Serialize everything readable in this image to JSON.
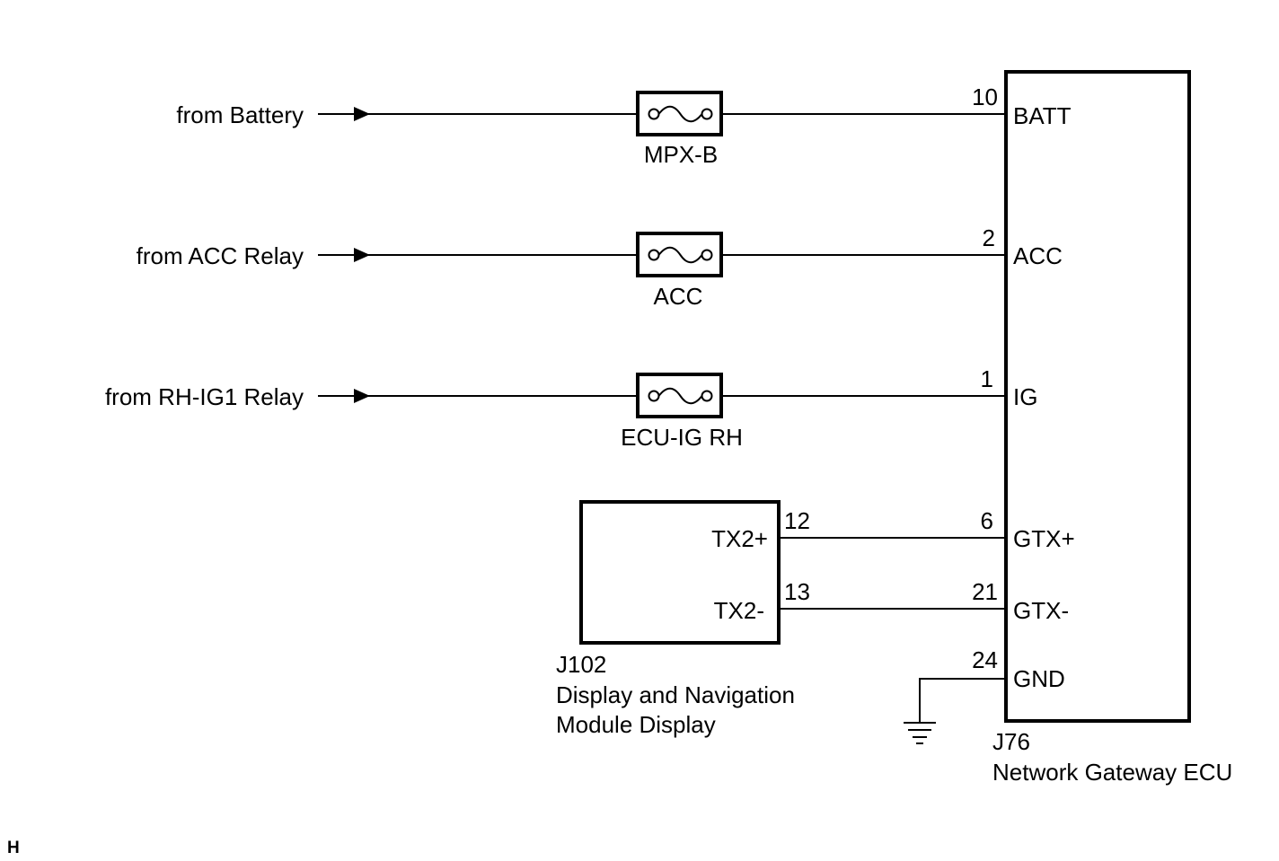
{
  "inputs": [
    {
      "label": "from Battery",
      "fuse": "MPX-B",
      "pin": "10",
      "terminal": "BATT"
    },
    {
      "label": "from ACC Relay",
      "fuse": "ACC",
      "pin": "2",
      "terminal": "ACC"
    },
    {
      "label": "from RH-IG1 Relay",
      "fuse": "ECU-IG RH",
      "pin": "1",
      "terminal": "IG"
    }
  ],
  "display_module": {
    "code": "J102",
    "name_line1": "Display and Navigation",
    "name_line2": "Module Display",
    "terminals": [
      {
        "name": "TX2+",
        "pin": "12"
      },
      {
        "name": "TX2-",
        "pin": "13"
      }
    ]
  },
  "gateway_ecu": {
    "code": "J76",
    "name": "Network Gateway ECU",
    "comm_terminals": [
      {
        "name": "GTX+",
        "pin": "6"
      },
      {
        "name": "GTX-",
        "pin": "21"
      }
    ],
    "ground": {
      "name": "GND",
      "pin": "24"
    }
  },
  "corner_mark": "H"
}
